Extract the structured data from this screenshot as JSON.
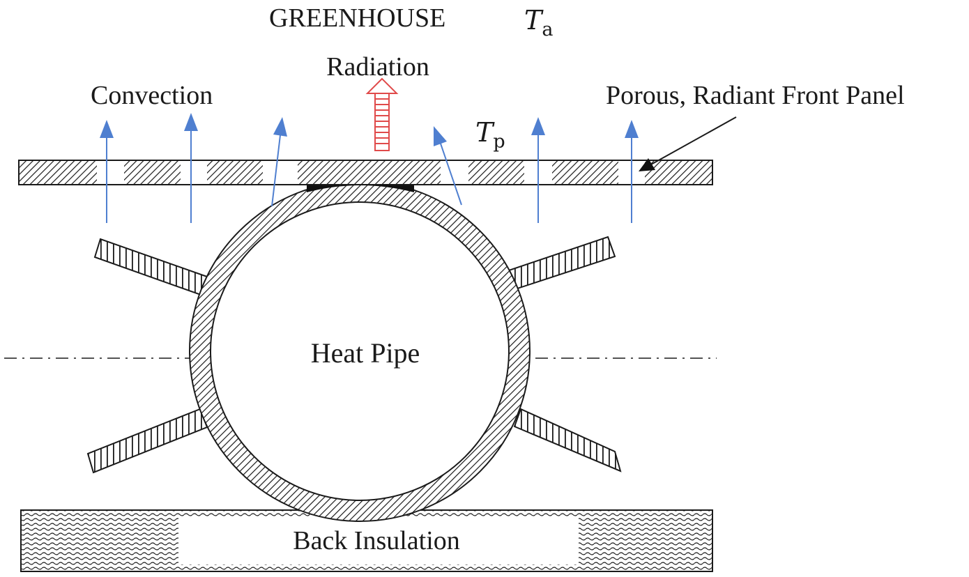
{
  "labels": {
    "environment": "GREENHOUSE",
    "ambient_temp_symbol": "T",
    "ambient_temp_subscript": "a",
    "radiation": "Radiation",
    "convection": "Convection",
    "panel": "Porous, Radiant Front Panel",
    "panel_temp_symbol": "T",
    "panel_temp_subscript": "p",
    "heat_pipe": "Heat Pipe",
    "insulation": "Back Insulation"
  },
  "colors": {
    "convection_arrow": "#4f7fd0",
    "radiation_arrow": "#e04a4a",
    "outline": "#1a1a1a",
    "hatch": "#1a1a1a",
    "background": "#ffffff"
  }
}
